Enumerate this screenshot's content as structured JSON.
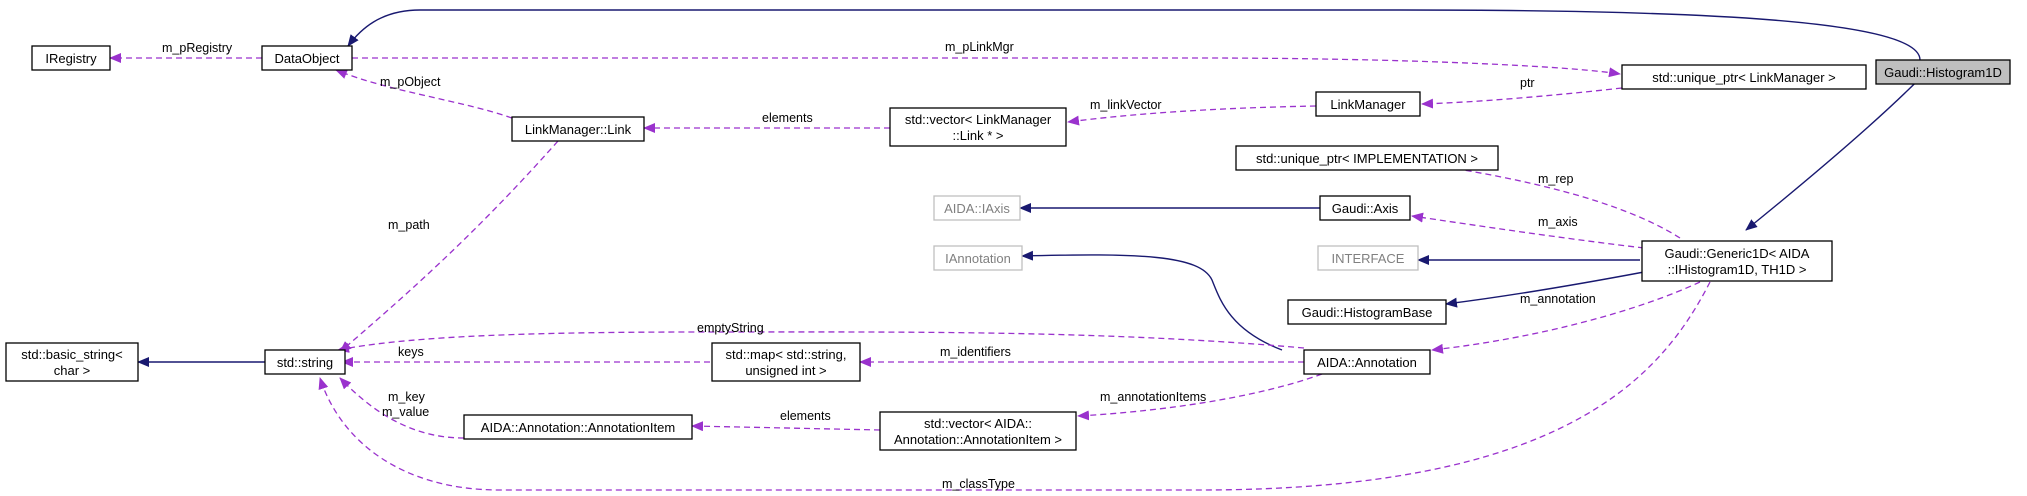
{
  "diagram": {
    "nodes": [
      {
        "id": "histogram1d",
        "lines": [
          "Gaudi::Histogram1D"
        ],
        "style": "focus"
      },
      {
        "id": "dataobject",
        "lines": [
          "DataObject"
        ],
        "style": "normal"
      },
      {
        "id": "iregistry",
        "lines": [
          "IRegistry"
        ],
        "style": "normal"
      },
      {
        "id": "linkmanager-link",
        "lines": [
          "LinkManager::Link"
        ],
        "style": "normal"
      },
      {
        "id": "vector-link",
        "lines": [
          "std::vector< LinkManager",
          "::Link * >"
        ],
        "style": "normal"
      },
      {
        "id": "linkmanager",
        "lines": [
          "LinkManager"
        ],
        "style": "normal"
      },
      {
        "id": "unique-ptr-linkmanager",
        "lines": [
          "std::unique_ptr< LinkManager >"
        ],
        "style": "normal"
      },
      {
        "id": "unique-ptr-implementation",
        "lines": [
          "std::unique_ptr< IMPLEMENTATION >"
        ],
        "style": "normal"
      },
      {
        "id": "aida-iaxis",
        "lines": [
          "AIDA::IAxis"
        ],
        "style": "ext"
      },
      {
        "id": "gaudi-axis",
        "lines": [
          "Gaudi::Axis"
        ],
        "style": "normal"
      },
      {
        "id": "iannotation",
        "lines": [
          "IAnnotation"
        ],
        "style": "ext"
      },
      {
        "id": "interface",
        "lines": [
          "INTERFACE"
        ],
        "style": "ext"
      },
      {
        "id": "generic1d",
        "lines": [
          "Gaudi::Generic1D< AIDA",
          "::IHistogram1D, TH1D >"
        ],
        "style": "normal"
      },
      {
        "id": "histogrambase",
        "lines": [
          "Gaudi::HistogramBase"
        ],
        "style": "normal"
      },
      {
        "id": "basic-string",
        "lines": [
          "std::basic_string<",
          "char >"
        ],
        "style": "normal"
      },
      {
        "id": "std-string",
        "lines": [
          "std::string"
        ],
        "style": "normal"
      },
      {
        "id": "map-string",
        "lines": [
          "std::map< std::string,",
          "unsigned int >"
        ],
        "style": "normal"
      },
      {
        "id": "aida-annotation",
        "lines": [
          "AIDA::Annotation"
        ],
        "style": "normal"
      },
      {
        "id": "annotation-item",
        "lines": [
          "AIDA::Annotation::AnnotationItem"
        ],
        "style": "normal"
      },
      {
        "id": "vector-annotation-item",
        "lines": [
          "std::vector< AIDA::",
          "Annotation::AnnotationItem >"
        ],
        "style": "normal"
      }
    ],
    "edges": [
      {
        "id": "dataobject-to-histogram1d",
        "type": "inherit",
        "label": []
      },
      {
        "id": "generic1d-to-histogram1d",
        "type": "inherit",
        "label": []
      },
      {
        "id": "iregistry-to-dataobject",
        "type": "use",
        "label": [
          "m_pRegistry"
        ]
      },
      {
        "id": "unique-ptr-linkmanager-to-dataobject",
        "type": "use",
        "label": [
          "m_pLinkMgr"
        ]
      },
      {
        "id": "dataobject-to-link",
        "type": "use",
        "label": [
          "m_pObject"
        ]
      },
      {
        "id": "vector-link-to-link",
        "type": "use",
        "label": [
          "elements"
        ]
      },
      {
        "id": "linkmanager-to-vector-link",
        "type": "use",
        "label": [
          "m_linkVector"
        ]
      },
      {
        "id": "unique-ptr-linkmanager-to-linkmanager",
        "type": "use",
        "label": [
          "ptr"
        ]
      },
      {
        "id": "string-to-link",
        "type": "use",
        "label": [
          "m_path"
        ]
      },
      {
        "id": "generic1d-to-unique-ptr-implementation",
        "type": "use",
        "label": [
          "m_rep"
        ]
      },
      {
        "id": "gaudi-axis-to-iaxis",
        "type": "inherit",
        "label": []
      },
      {
        "id": "generic1d-to-gaudi-axis",
        "type": "use",
        "label": [
          "m_axis"
        ]
      },
      {
        "id": "generic1d-to-interface",
        "type": "inherit",
        "label": []
      },
      {
        "id": "generic1d-to-histogrambase",
        "type": "inherit",
        "label": []
      },
      {
        "id": "aida-annotation-to-iannotation",
        "type": "inherit",
        "label": []
      },
      {
        "id": "generic1d-to-aida-annotation",
        "type": "use",
        "label": [
          "m_annotation"
        ]
      },
      {
        "id": "string-to-basic-string",
        "type": "inherit",
        "label": []
      },
      {
        "id": "aida-annotation-to-string",
        "type": "use",
        "label": [
          "emptyString"
        ]
      },
      {
        "id": "map-to-string",
        "type": "use",
        "label": [
          "keys"
        ]
      },
      {
        "id": "aida-annotation-to-map",
        "type": "use",
        "label": [
          "m_identifiers"
        ]
      },
      {
        "id": "annotation-item-to-string",
        "type": "use",
        "label": [
          "m_key",
          "m_value"
        ]
      },
      {
        "id": "vector-annotation-item-to-annotation-item",
        "type": "use",
        "label": [
          "elements"
        ]
      },
      {
        "id": "aida-annotation-to-vector-annotation-item",
        "type": "use",
        "label": [
          "m_annotationItems"
        ]
      },
      {
        "id": "generic1d-to-string",
        "type": "use",
        "label": [
          "m_classType"
        ]
      }
    ]
  },
  "colors": {
    "inheritance": "#191970",
    "usage": "#9a32cd",
    "external_border": "#bfbfbf",
    "focus_fill": "#bfbfbf"
  }
}
